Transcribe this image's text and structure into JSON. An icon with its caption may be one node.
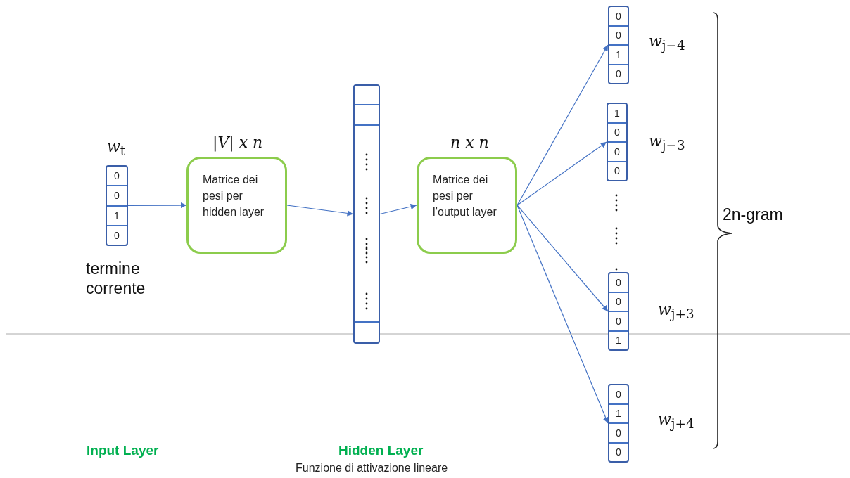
{
  "diagram": {
    "nodes": [
      {
        "text": [
          "0",
          "0",
          "1",
          "0"
        ],
        "beside": [
          "*w*$_{t}$",
          "termine corrente"
        ]
      },
      {
        "text": [
          "Matrice dei pesi per hidden layer"
        ],
        "beside": [
          "|*V*| *x n*"
        ]
      },
      {
        "text": [],
        "shape": "bar"
      },
      {
        "text": [
          "Matrice dei pesi per l’output layer"
        ],
        "beside": [
          "*n x n*"
        ]
      },
      {
        "text": [
          "0",
          "0",
          "1",
          "0"
        ],
        "beside": [
          "*w*$_{j−4}$"
        ]
      },
      {
        "text": [
          "1",
          "0",
          "0",
          "0"
        ],
        "beside": [
          "*w*$_{j−3}$"
        ]
      },
      {
        "text": [
          "0",
          "0",
          "0",
          "1"
        ],
        "beside": [
          "*w*$_{j+3}$"
        ]
      },
      {
        "text": [
          "0",
          "1",
          "0",
          "0"
        ],
        "beside": [
          "*w*$_{j+4}$"
        ]
      }
    ],
    "edges": [
      {
        "from": 0,
        "to": 1,
        "arrow": "to"
      },
      {
        "from": 1,
        "to": 2,
        "arrow": "to"
      },
      {
        "from": 2,
        "to": 3,
        "arrow": "to"
      },
      {
        "from": 3,
        "to": 4,
        "arrow": "to"
      },
      {
        "from": 3,
        "to": 5,
        "arrow": "to"
      },
      {
        "from": 3,
        "to": 6,
        "arrow": "to"
      },
      {
        "from": 3,
        "to": 7,
        "arrow": "to"
      }
    ],
    "labels": [
      "2n-gram",
      "Input Layer",
      "Hidden Layer",
      "Funzione di attivazione lineare"
    ]
  }
}
